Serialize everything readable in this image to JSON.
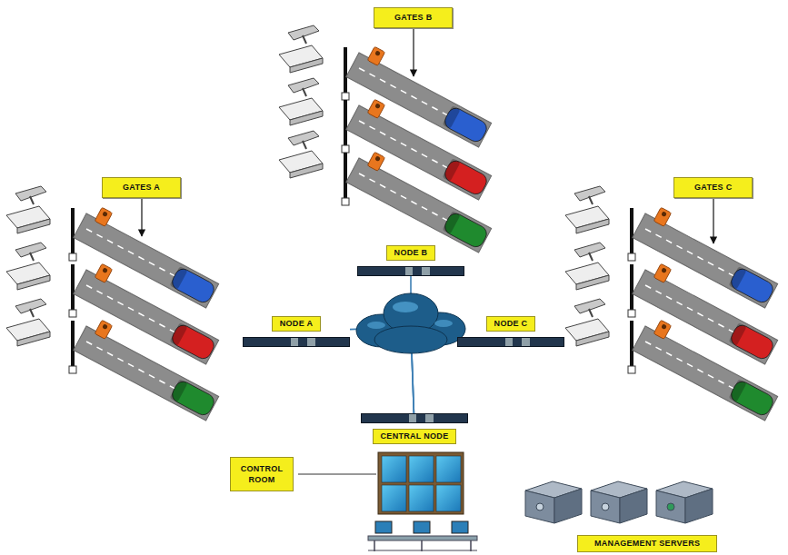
{
  "diagram": {
    "nodes": [
      {
        "text": [
          "GATES B"
        ]
      },
      {
        "text": [
          "NODE B"
        ]
      },
      {
        "text": [
          "GATES A"
        ]
      },
      {
        "text": [
          "GATES C"
        ]
      },
      {
        "text": [
          "NODE A"
        ]
      },
      {
        "text": [
          "NODE C"
        ]
      },
      {
        "text": [
          "CENTRAL NODE"
        ]
      },
      {
        "text": [
          "CONTROL ROOM"
        ]
      },
      {
        "text": [
          "MANAGEMENT SERVERS"
        ]
      }
    ],
    "edges": [
      {
        "from": 4,
        "to": 6,
        "arrow": "none"
      },
      {
        "from": 1,
        "to": 6,
        "arrow": "none"
      },
      {
        "from": 5,
        "to": 6,
        "arrow": "none"
      }
    ]
  }
}
